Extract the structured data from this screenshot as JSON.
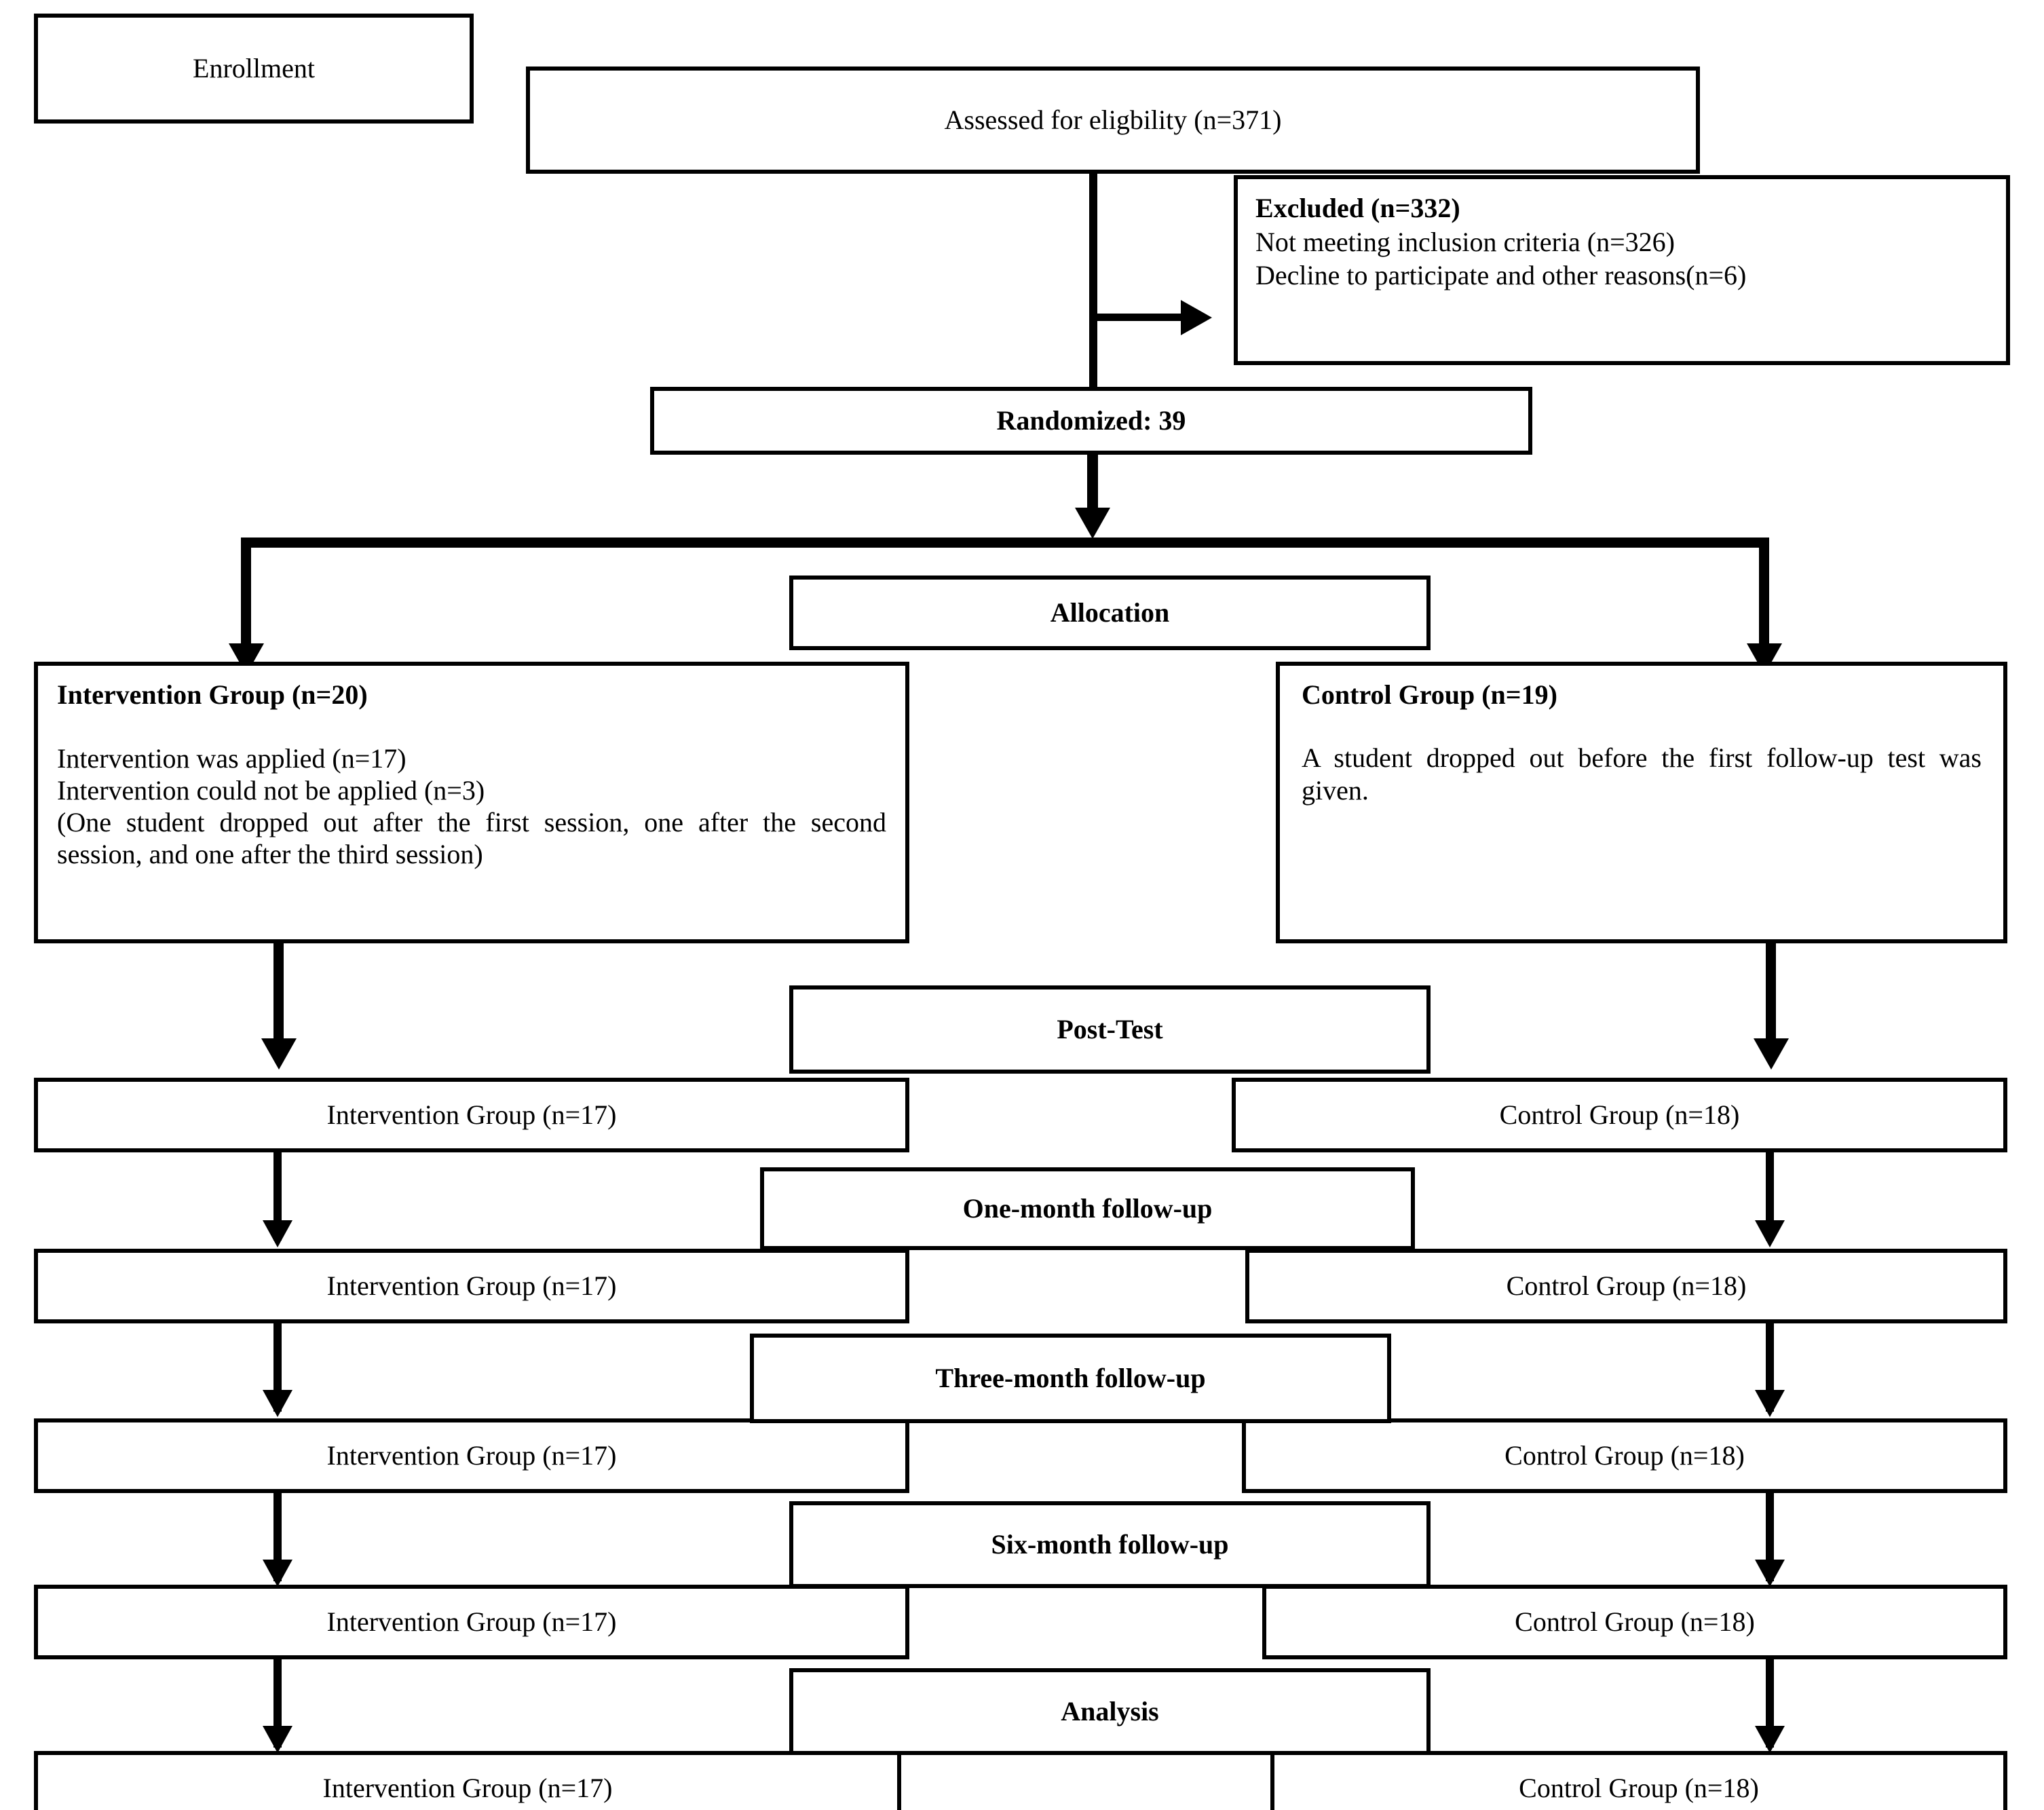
{
  "diagram": {
    "title": "CONSORT participant flow diagram",
    "colors": {
      "line": "#000000",
      "box_fill": "#ffffff",
      "text": "#000000"
    }
  },
  "enrollment": {
    "stage_label": "Enrollment",
    "assessed": "Assessed for eligbility (n=371)",
    "excluded_heading": "Excluded (n=332)",
    "excluded_line1": "Not meeting inclusion criteria (n=326)",
    "excluded_line2": "Decline to participate and other reasons(n=6)",
    "randomized": "Randomized: 39"
  },
  "allocation": {
    "stage_label": "Allocation",
    "intervention_heading": "Intervention Group (n=20)",
    "intervention_line1": "Intervention was applied (n=17)",
    "intervention_line2": "Intervention could not be applied (n=3)",
    "intervention_line3": "(One student dropped out after the first session, one after the second session, and one after the third session)",
    "control_heading": "Control Group (n=19)",
    "control_body": "A student dropped out before the first follow-up test was given."
  },
  "stages": [
    {
      "label": "Post-Test",
      "intervention": "Intervention Group (n=17)",
      "control": "Control Group (n=18)"
    },
    {
      "label": "One-month follow-up",
      "intervention": "Intervention Group (n=17)",
      "control": "Control Group (n=18)"
    },
    {
      "label": "Three-month follow-up",
      "intervention": "Intervention Group (n=17)",
      "control": "Control Group (n=18)"
    },
    {
      "label": "Six-month follow-up",
      "intervention": "Intervention Group (n=17)",
      "control": "Control Group (n=18)"
    },
    {
      "label": "Analysis",
      "intervention": "Intervention Group (n=17)",
      "control": "Control Group (n=18)"
    }
  ]
}
